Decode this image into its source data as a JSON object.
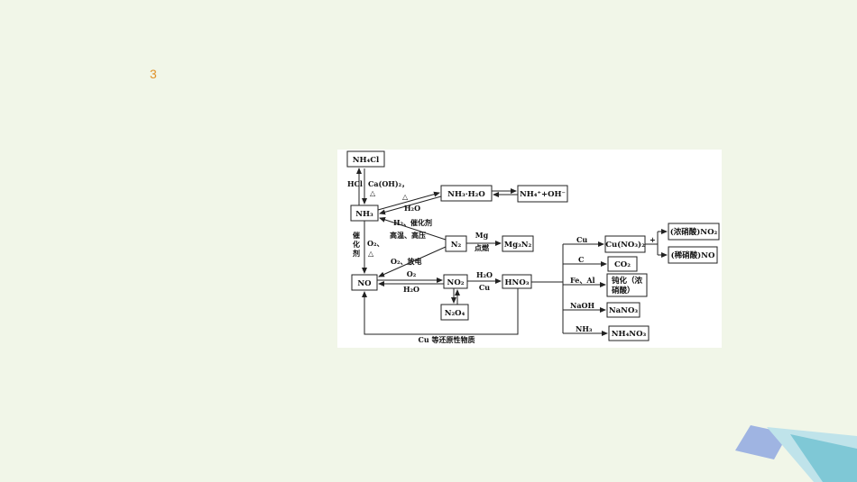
{
  "slide": {
    "number": "3"
  },
  "diagram": {
    "nodes": {
      "nh4cl": "NH₄Cl",
      "nh3": "NH₃",
      "nh3h2o": "NH₃·H₂O",
      "nh4oh": "NH₄⁺+OH⁻",
      "n2": "N₂",
      "mg3n2": "Mg₃N₂",
      "no": "NO",
      "no2": "NO₂",
      "n2o4": "N₂O₄",
      "hno3": "HNO₃",
      "cuno3": "Cu(NO₃)₂",
      "conc_no2": "(浓硝酸)NO₂",
      "dil_no": "(稀硝酸)NO",
      "co2": "CO₂",
      "passivation": [
        "钝化（浓",
        "硝酸）"
      ],
      "nano3": "NaNO₃",
      "nh4no3": "NH₄NO₃"
    },
    "labels": {
      "hcl": "HCl",
      "caoh2": "Ca(OH)₂，",
      "delta1": "△",
      "delta2": "△",
      "h2o_1": "H₂O",
      "h2_catalyst": "H₂、催化剂",
      "high_tp": "高温、高压",
      "catalyst_vertical": [
        "催",
        "化",
        "剂"
      ],
      "o2_delta": "O₂、",
      "delta3": "△",
      "o2_discharge": "O₂、放电",
      "mg": "Mg",
      "ignite": "点燃",
      "o2": "O₂",
      "h2o_2": "H₂O",
      "h2o_3": "H₂O",
      "cu_1": "Cu",
      "cu_reductant": "Cu 等还原性物质",
      "plus": "+",
      "cu_2": "Cu",
      "c": "C",
      "fe_al": "Fe、Al",
      "naoh": "NaOH",
      "nh3_react": "NH₃"
    }
  }
}
